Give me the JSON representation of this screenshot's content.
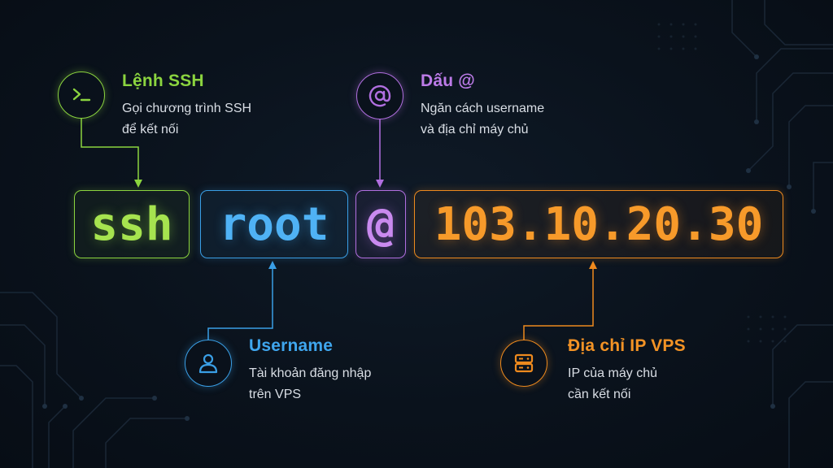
{
  "command": {
    "ssh": "ssh",
    "user": "root",
    "at": "@",
    "ip": "103.10.20.30"
  },
  "callouts": {
    "ssh": {
      "title": "Lệnh SSH",
      "line1": "Gọi chương trình SSH",
      "line2": "để kết nối",
      "icon": "terminal-prompt-icon"
    },
    "at": {
      "title": "Dấu @",
      "line1": "Ngăn cách username",
      "line2": "và địa chỉ máy chủ",
      "icon": "at-sign-icon"
    },
    "user": {
      "title": "Username",
      "line1": "Tài khoản đăng nhập",
      "line2": "trên VPS",
      "icon": "user-icon"
    },
    "ip": {
      "title": "Địa chỉ IP VPS",
      "line1": "IP của máy chủ",
      "line2": "cần kết nối",
      "icon": "server-icon"
    }
  },
  "colors": {
    "ssh": "#8bd43f",
    "user": "#3a9fe6",
    "at": "#b16fe0",
    "ip": "#ee8a1e",
    "background": "#0a121c"
  }
}
